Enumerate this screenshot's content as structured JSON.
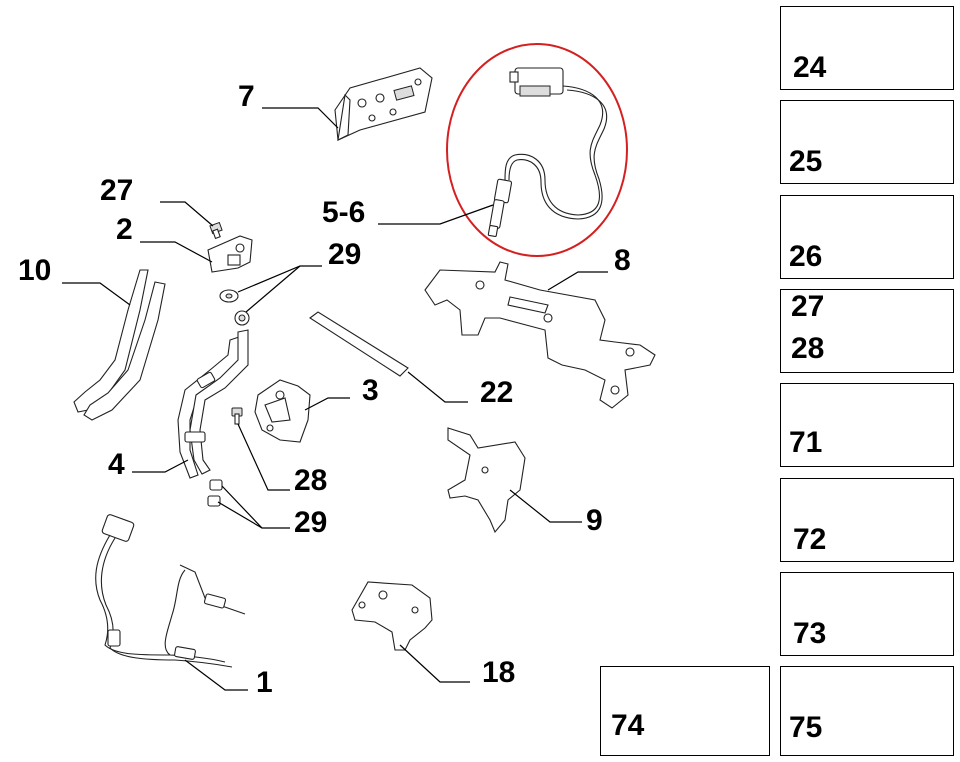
{
  "diagram": {
    "highlight_color": "#d42020",
    "callouts": {
      "c7": "7",
      "c27": "27",
      "c2": "2",
      "c10": "10",
      "c29a": "29",
      "c56": "5-6",
      "c8": "8",
      "c3": "3",
      "c22": "22",
      "c4": "4",
      "c28": "28",
      "c29b": "29",
      "c9": "9",
      "c1": "1",
      "c18": "18"
    },
    "legend": {
      "b24": "24",
      "b25": "25",
      "b26": "26",
      "b27": "27",
      "b28": "28",
      "b71": "71",
      "b72": "72",
      "b73": "73",
      "b74": "74",
      "b75": "75"
    }
  }
}
